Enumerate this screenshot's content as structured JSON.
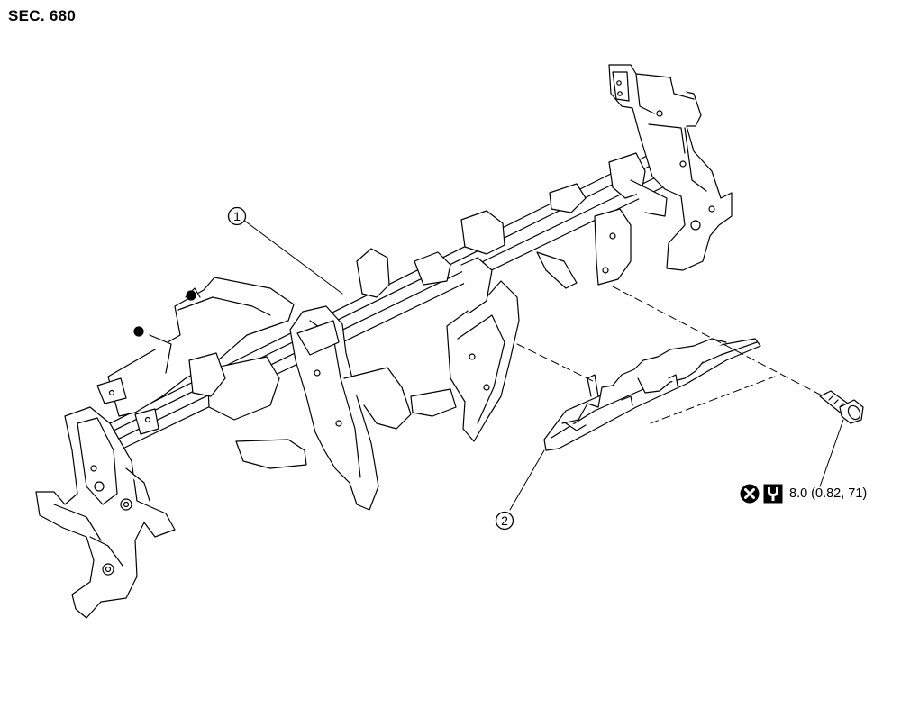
{
  "header": {
    "section_label": "SEC. 680"
  },
  "callouts": [
    {
      "id": "1",
      "label": "1"
    },
    {
      "id": "2",
      "label": "2"
    }
  ],
  "fastener": {
    "replace_icon": "do-not-reuse-icon",
    "torque_icon": "torque-wrench-icon",
    "torque_value": "8.0 (0.82, 71)"
  },
  "colors": {
    "line": "#000000",
    "background": "#ffffff"
  }
}
